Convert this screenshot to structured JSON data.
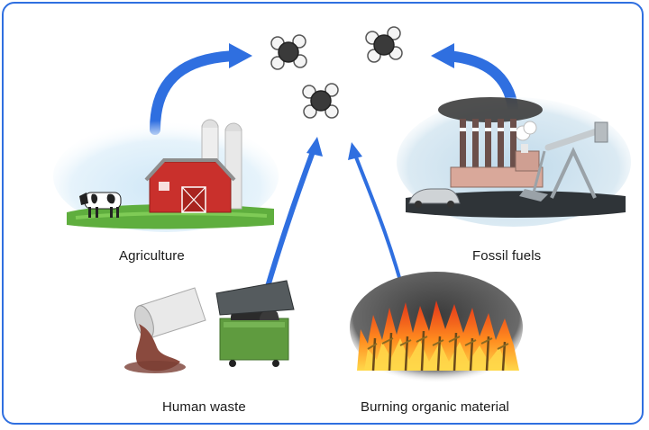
{
  "colors": {
    "border": "#2f6fe0",
    "arrow": "#2f6fe0",
    "carbon": "#3a3a3a",
    "hydrogen": "#f4f4f4",
    "fire": "#f05a1a",
    "barn": "#c9302c",
    "dumpster": "#5f9b3f"
  },
  "molecule": {
    "name": "methane-molecule-icon",
    "count": 3
  },
  "sources": [
    {
      "id": "agriculture",
      "label": "Agriculture",
      "icon": "barn-and-cow-icon"
    },
    {
      "id": "fossil",
      "label": "Fossil fuels",
      "icon": "factory-and-pumpjack-icon"
    },
    {
      "id": "waste",
      "label": "Human waste",
      "icon": "sewage-pipe-and-dumpster-icon"
    },
    {
      "id": "burning",
      "label": "Burning organic material",
      "icon": "burning-field-icon"
    }
  ]
}
